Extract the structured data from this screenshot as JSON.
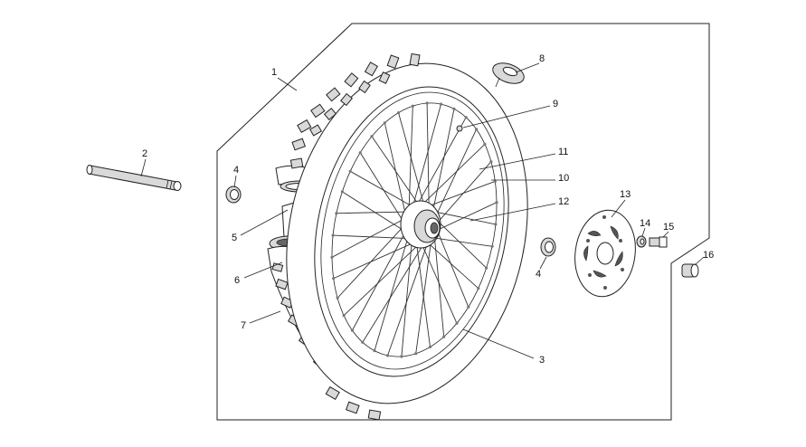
{
  "callouts": {
    "c1": "1",
    "c2": "2",
    "c3": "3",
    "c4a": "4",
    "c4b": "4",
    "c5": "5",
    "c6": "6",
    "c7": "7",
    "c8": "8",
    "c9": "9",
    "c10": "10",
    "c11": "11",
    "c12": "12",
    "c13": "13",
    "c14": "14",
    "c15": "15",
    "c16": "16"
  },
  "colors": {
    "line": "#222222",
    "rubber": "#d9d9d9",
    "background": "#ffffff"
  }
}
